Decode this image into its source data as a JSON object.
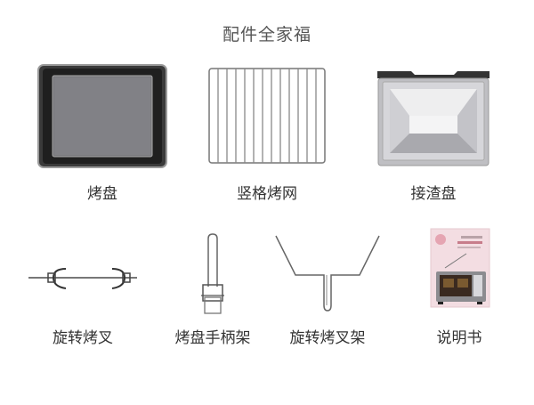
{
  "title": "配件全家福",
  "colors": {
    "background": "#ffffff",
    "title_text": "#555555",
    "label_text": "#333333",
    "baking_pan_dark": "#2b2b2b",
    "baking_pan_inner": "#7d7d82",
    "crumb_tray_silver": "#c8c8cc",
    "manual_pink": "#f3dde2"
  },
  "accessories": [
    {
      "id": "baking-pan",
      "label": "烤盘",
      "icon": "baking-pan-icon"
    },
    {
      "id": "wire-rack",
      "label": "竖格烤网",
      "icon": "wire-rack-icon"
    },
    {
      "id": "crumb-tray",
      "label": "接渣盘",
      "icon": "crumb-tray-icon"
    },
    {
      "id": "rotisserie-fork",
      "label": "旋转烤叉",
      "icon": "rotisserie-fork-icon"
    },
    {
      "id": "pan-handle",
      "label": "烤盘手柄架",
      "icon": "pan-handle-icon"
    },
    {
      "id": "rotisserie-stand",
      "label": "旋转烤叉架",
      "icon": "rotisserie-stand-icon"
    },
    {
      "id": "manual",
      "label": "说明书",
      "icon": "manual-icon"
    }
  ]
}
